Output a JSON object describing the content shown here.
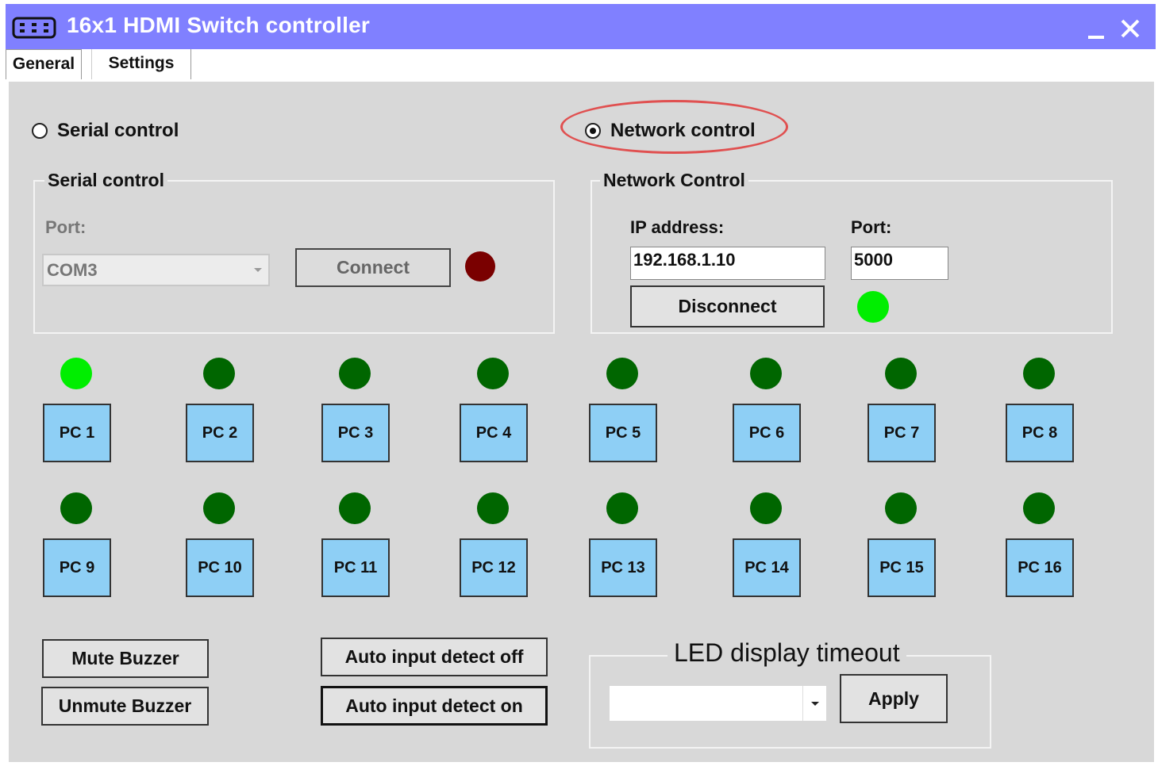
{
  "window": {
    "title": "16x1 HDMI Switch controller",
    "icon": "keypad-icon",
    "minimize_label": "minimize",
    "close_label": "close"
  },
  "tabs": [
    {
      "label": "General",
      "active": true
    },
    {
      "label": "Settings",
      "active": false
    }
  ],
  "mode": {
    "serial_label": "Serial control",
    "serial_selected": false,
    "network_label": "Network control",
    "network_selected": true
  },
  "serial_group": {
    "legend": "Serial control",
    "port_label": "Port:",
    "port_value": "COM3",
    "connect_label": "Connect",
    "status_color": "#7a0000"
  },
  "network_group": {
    "legend": "Network Control",
    "ip_label": "IP address:",
    "ip_value": "192.168.1.10",
    "port_label": "Port:",
    "port_value": "5000",
    "disconnect_label": "Disconnect",
    "status_color": "#00ee00"
  },
  "colors": {
    "led_active": "#00ee00",
    "led_inactive": "#006600",
    "pc_button": "#8ecff5",
    "titlebar": "#8080ff"
  },
  "inputs": [
    {
      "label": "PC 1",
      "active": true
    },
    {
      "label": "PC 2",
      "active": false
    },
    {
      "label": "PC 3",
      "active": false
    },
    {
      "label": "PC 4",
      "active": false
    },
    {
      "label": "PC 5",
      "active": false
    },
    {
      "label": "PC 6",
      "active": false
    },
    {
      "label": "PC 7",
      "active": false
    },
    {
      "label": "PC 8",
      "active": false
    },
    {
      "label": "PC 9",
      "active": false
    },
    {
      "label": "PC 10",
      "active": false
    },
    {
      "label": "PC 11",
      "active": false
    },
    {
      "label": "PC 12",
      "active": false
    },
    {
      "label": "PC 13",
      "active": false
    },
    {
      "label": "PC 14",
      "active": false
    },
    {
      "label": "PC 15",
      "active": false
    },
    {
      "label": "PC 16",
      "active": false
    }
  ],
  "buzzer": {
    "mute_label": "Mute Buzzer",
    "unmute_label": "Unmute Buzzer"
  },
  "auto_detect": {
    "off_label": "Auto input detect off",
    "on_label": "Auto input detect on"
  },
  "led_timeout": {
    "title": "LED display timeout",
    "selected": "",
    "apply_label": "Apply"
  }
}
